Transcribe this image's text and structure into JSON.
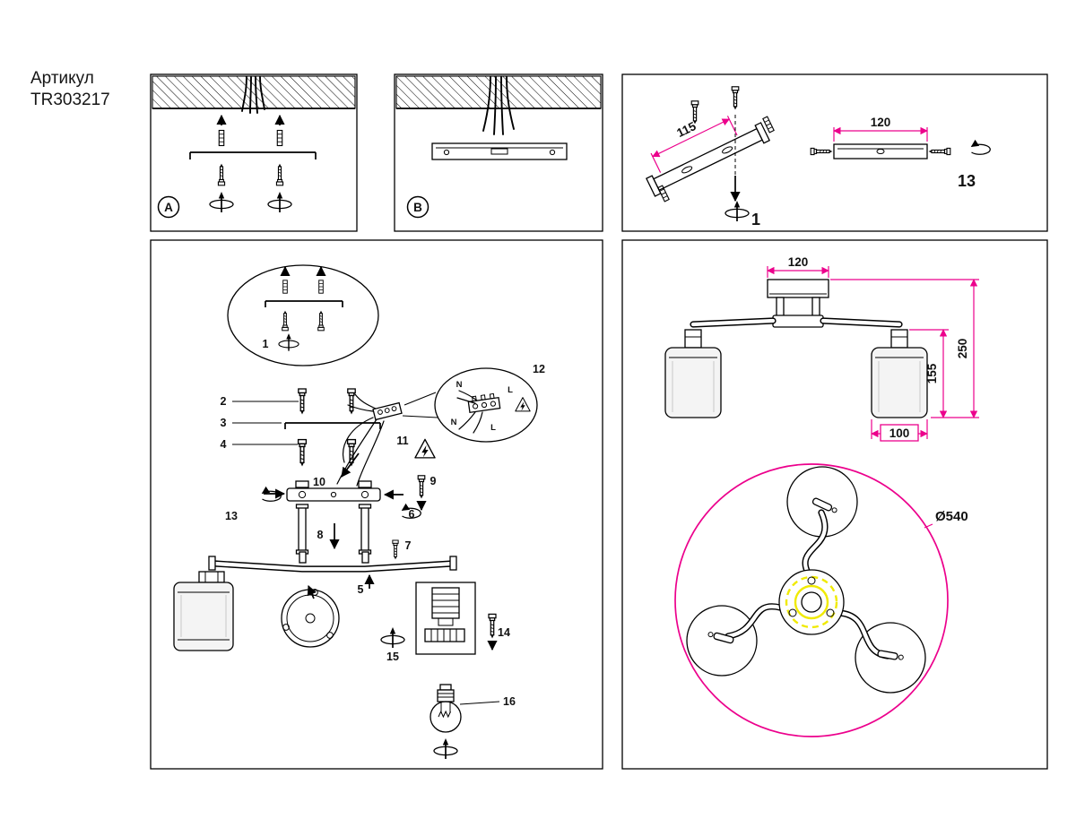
{
  "article": {
    "line1": "Артикул",
    "line2": "TR303217"
  },
  "panel_a": {
    "letter": "A"
  },
  "panel_b": {
    "letter": "B"
  },
  "install_top": {
    "dim_115": "115",
    "step_1": "1",
    "dim_120": "120",
    "step_13": "13"
  },
  "exploded": {
    "n1": "1",
    "n2": "2",
    "n3": "3",
    "n4": "4",
    "n5": "5",
    "n6": "6",
    "n7": "7",
    "n8": "8",
    "n9": "9",
    "n10": "10",
    "n11": "11",
    "n12": "12",
    "n13": "13",
    "n14": "14",
    "n15": "15",
    "n16": "16",
    "wire_n1": "N",
    "wire_l1": "L",
    "wire_n2": "N",
    "wire_l2": "L"
  },
  "front_view": {
    "dim_width": "120",
    "dim_height": "250",
    "dim_shade_h": "155",
    "dim_shade_w": "100"
  },
  "top_view": {
    "dim_diameter": "Ø540"
  },
  "colors": {
    "dimension": "#ec008c",
    "bulb_glow": "#f0ea00",
    "line": "#000000"
  }
}
